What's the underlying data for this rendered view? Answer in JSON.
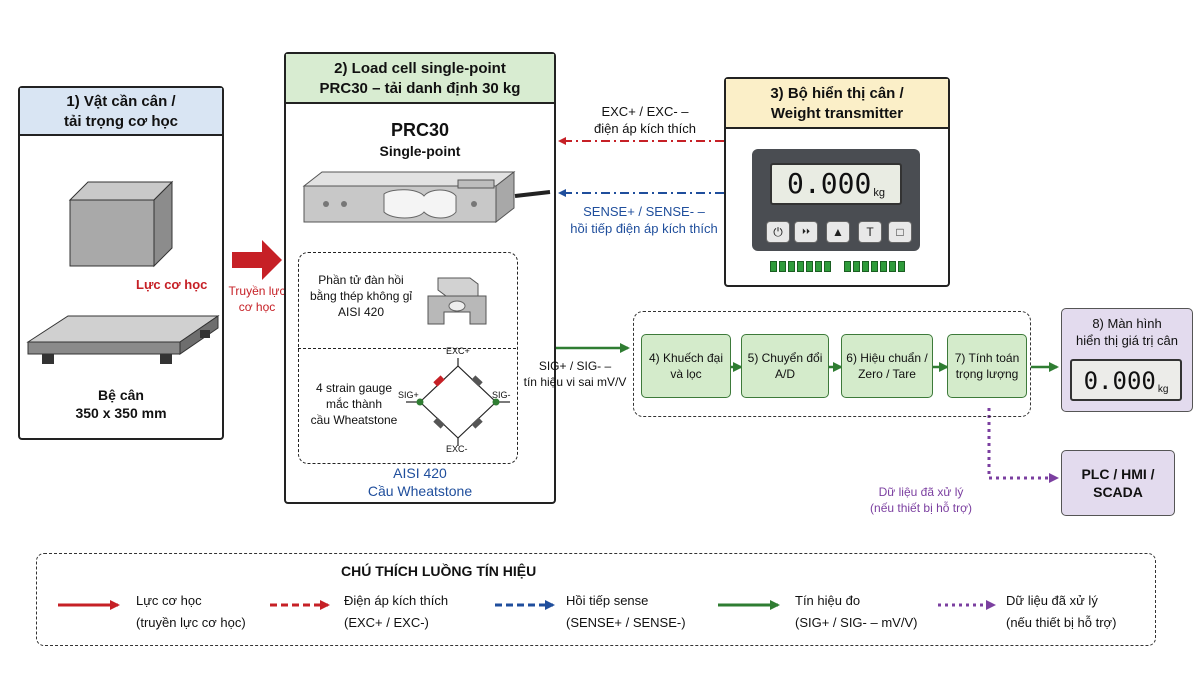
{
  "box1": {
    "title_line1": "1) Vật cần cân /",
    "title_line2": "tải trọng cơ học",
    "force_label": "Lực cơ học",
    "base_label": "Bệ cân",
    "base_size": "350 x 350 mm"
  },
  "transfer": {
    "line1": "Truyền lực",
    "line2": "cơ học"
  },
  "box2": {
    "title_line1": "2) Load cell single-point",
    "title_line2": "PRC30 – tải danh định 30 kg",
    "model": "PRC30",
    "model_type": "Single-point",
    "elastic_line1": "Phần tử đàn hồi",
    "elastic_line2": "bằng thép không gỉ",
    "elastic_line3": "AISI 420",
    "gauge_line1": "4 strain gauge",
    "gauge_line2": "mắc thành",
    "gauge_line3": "cầu Wheatstone",
    "bridge_top": "EXC+",
    "bridge_bottom": "EXC-",
    "bridge_left": "SIG+",
    "bridge_right": "SIG-",
    "footer_line1": "AISI 420",
    "footer_line2": "Cầu Wheatstone"
  },
  "exc": {
    "line1": "EXC+ / EXC- –",
    "line2": "điện áp kích thích"
  },
  "sense": {
    "line1": "SENSE+ / SENSE- –",
    "line2": "hồi tiếp điện áp kích thích"
  },
  "box3": {
    "title_line1": "3) Bộ hiển thị cân /",
    "title_line2": "Weight transmitter",
    "reading": "0.000",
    "unit": "kg",
    "buttons": [
      "⏻",
      "⏵⏵",
      "▲",
      "T",
      "□"
    ]
  },
  "sig": {
    "line1": "SIG+ / SIG- –",
    "line2": "tín hiệu vi sai mV/V"
  },
  "steps": [
    {
      "line1": "4) Khuếch đại",
      "line2": "và lọc"
    },
    {
      "line1": "5) Chuyển đổi",
      "line2": "A/D"
    },
    {
      "line1": "6) Hiệu chuẩn /",
      "line2": "Zero / Tare"
    },
    {
      "line1": "7) Tính toán",
      "line2": "trọng lượng"
    }
  ],
  "box8": {
    "title_line1": "8) Màn hình",
    "title_line2": "hiển thị giá trị cân",
    "reading": "0.000",
    "unit": "kg"
  },
  "plc": {
    "line1": "PLC / HMI /",
    "line2": "SCADA"
  },
  "processed": {
    "line1": "Dữ liệu đã xử lý",
    "line2": "(nếu thiết bị hỗ trợ)"
  },
  "legend": {
    "title": "CHÚ THÍCH LUỒNG TÍN HIỆU",
    "items": [
      {
        "line1": "Lực cơ học",
        "line2": "(truyền lực cơ học)",
        "color": "#c62026",
        "style": "solid"
      },
      {
        "line1": "Điện áp kích thích",
        "line2": "(EXC+ / EXC-)",
        "color": "#c62026",
        "style": "dashed"
      },
      {
        "line1": "Hồi tiếp sense",
        "line2": "(SENSE+ / SENSE-)",
        "color": "#1f4e9c",
        "style": "dashed"
      },
      {
        "line1": "Tín hiệu đo",
        "line2": "(SIG+ / SIG- – mV/V)",
        "color": "#2f7d32",
        "style": "solid"
      },
      {
        "line1": "Dữ liệu đã xử lý",
        "line2": "(nếu thiết bị hỗ trợ)",
        "color": "#7b3fa0",
        "style": "dotted"
      }
    ]
  },
  "colors": {
    "red": "#c62026",
    "blue": "#1f4e9c",
    "green": "#2f7d32",
    "purple": "#7b3fa0",
    "header_blue": "#d9e5f3",
    "header_green": "#d8ecd1",
    "header_yellow": "#fbefc8",
    "box_purple": "#e3dbee"
  }
}
